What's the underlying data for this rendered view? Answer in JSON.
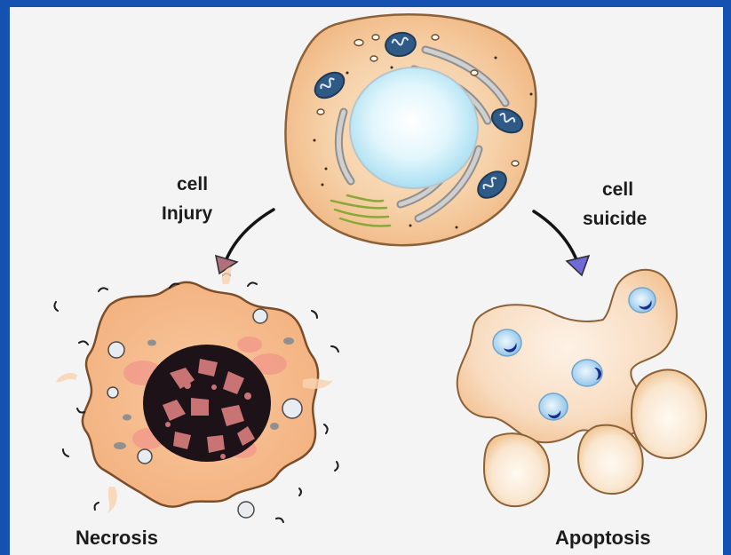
{
  "labels": {
    "injury_path_line1": "cell",
    "injury_path_line2": "Injury",
    "suicide_path_line1": "cell",
    "suicide_path_line2": "suicide",
    "necrosis": "Necrosis",
    "apoptosis": "Apoptosis"
  },
  "colors": {
    "frame_border": "#1551b0",
    "background": "#f4f4f4",
    "cytoplasm": "#f6c89a",
    "membrane_outline": "#9a6a3a",
    "nucleus": "#c6ecf8",
    "necrotic_nucleus": "#1c1218",
    "apoptotic_nucleus": "#aad4ee",
    "mitochondria": "#2f5a86",
    "arrowhead_necrosis": "#b0707c",
    "arrowhead_apoptosis": "#6e6ad8"
  },
  "icons": {
    "healthy_cell": "healthy-cell-illustration",
    "necrotic_cell": "necrotic-cell-illustration",
    "apoptotic_cell": "apoptotic-bodies-illustration"
  }
}
